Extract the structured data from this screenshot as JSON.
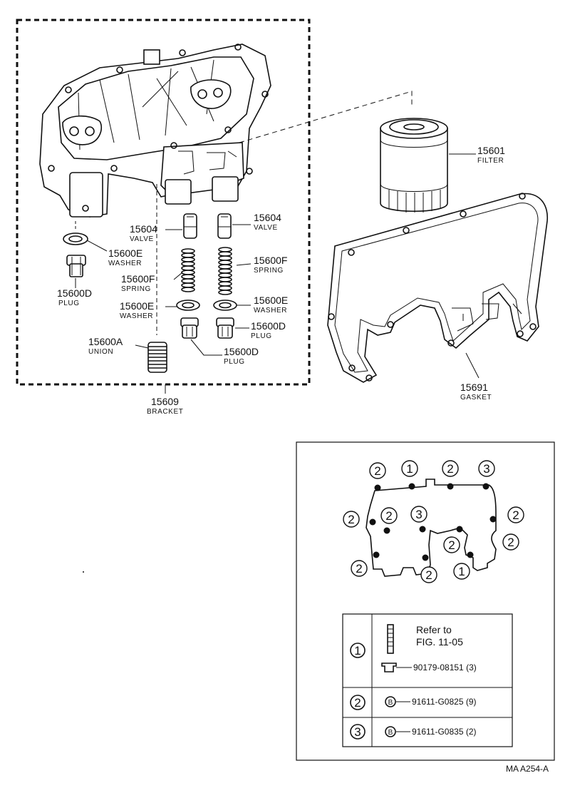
{
  "parts": {
    "bracket": {
      "number": "15609",
      "name": "BRACKET"
    },
    "filter": {
      "number": "15601",
      "name": "FILTER"
    },
    "gasket": {
      "number": "15691",
      "name": "GASKET"
    },
    "valve_a": {
      "number": "15604",
      "name": "VALVE"
    },
    "valve_b": {
      "number": "15604",
      "name": "VALVE"
    },
    "washer_a": {
      "number": "15600E",
      "name": "WASHER"
    },
    "washer_b": {
      "number": "15600E",
      "name": "WASHER"
    },
    "washer_c": {
      "number": "15600E",
      "name": "WASHER"
    },
    "spring_a": {
      "number": "15600F",
      "name": "SPRING"
    },
    "spring_b": {
      "number": "15600F",
      "name": "SPRING"
    },
    "plug_a": {
      "number": "15600D",
      "name": "PLUG"
    },
    "plug_b": {
      "number": "15600D",
      "name": "PLUG"
    },
    "plug_c": {
      "number": "15600D",
      "name": "PLUG"
    },
    "union": {
      "number": "15600A",
      "name": "UNION"
    }
  },
  "bolt_positions": {
    "labels": [
      "2",
      "1",
      "2",
      "3",
      "2",
      "2",
      "3",
      "2",
      "2",
      "2",
      "2",
      "1"
    ]
  },
  "legend": {
    "rows": [
      {
        "key": "1",
        "ref_line1": "Refer to",
        "ref_line2": "FIG. 11-05",
        "part": "90179-08151 (3)"
      },
      {
        "key": "2",
        "badge": "B",
        "part": "91611-G0825 (9)"
      },
      {
        "key": "3",
        "badge": "B",
        "part": "91611-G0835 (2)"
      }
    ]
  },
  "footer": {
    "code": "MA  A254-A"
  }
}
